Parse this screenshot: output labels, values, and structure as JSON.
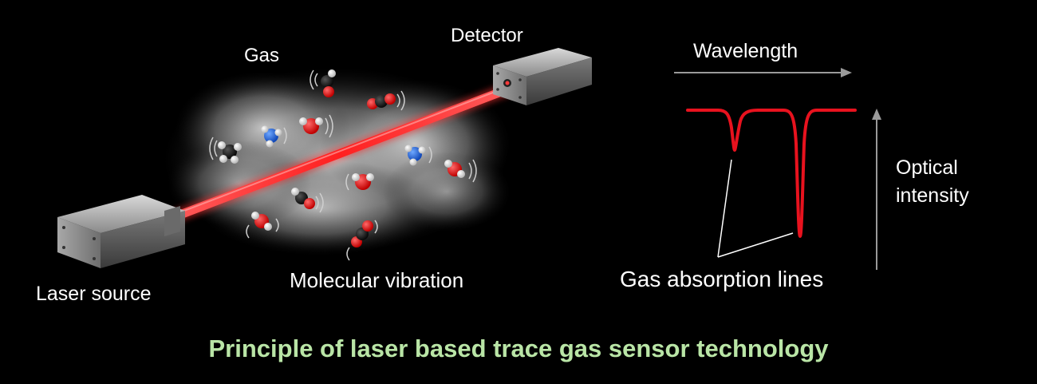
{
  "labels": {
    "gas": "Gas",
    "detector": "Detector",
    "laser_source": "Laser source",
    "molecular_vibration": "Molecular vibration",
    "wavelength": "Wavelength",
    "optical_intensity_line1": "Optical",
    "optical_intensity_line2": "intensity",
    "absorption_lines": "Gas absorption lines"
  },
  "title": "Principle of laser based trace gas sensor technology",
  "colors": {
    "background": "#000000",
    "laser_beam": "#ff2b2b",
    "absorption_curve": "#e8121e",
    "title": "#b9e5a6",
    "text": "#ffffff",
    "arrow": "#9a9a9a",
    "gas_cloud": "#d8d8d8"
  },
  "icons": {
    "laser_source": "laser-source-box-icon",
    "detector": "detector-box-icon",
    "molecule": "molecule-icon"
  }
}
